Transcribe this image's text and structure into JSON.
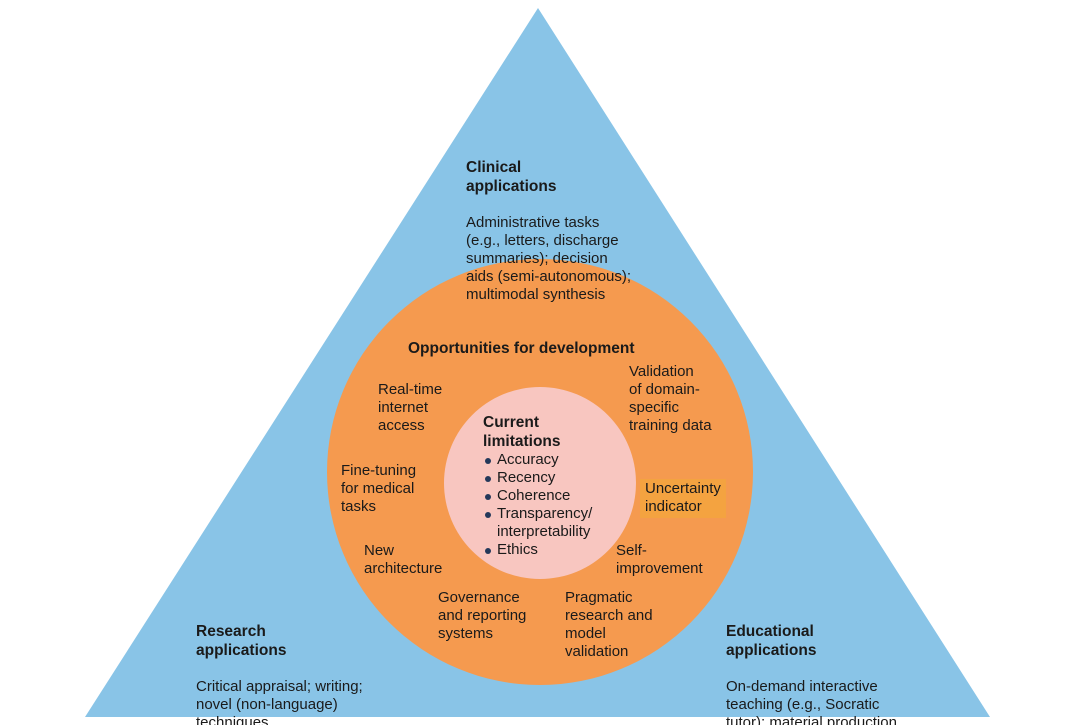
{
  "colors": {
    "triangle": "#89c4e7",
    "outer_circle": "#f59a4f",
    "inner_circle": "#f8c6c0",
    "highlight": "#f4a340",
    "bullet": "#24385a",
    "text": "#1a1a1a"
  },
  "corners": {
    "clinical": {
      "title": "Clinical\napplications",
      "body": "Administrative tasks\n(e.g., letters, discharge\nsummaries); decision\naids (semi-autonomous);\nmultimodal synthesis"
    },
    "research": {
      "title": "Research\napplications",
      "body": "Critical appraisal; writing;\nnovel (non-language)\ntechniques"
    },
    "educational": {
      "title": "Educational\napplications",
      "body": "On-demand interactive\nteaching (e.g., Socratic\ntutor); material production"
    }
  },
  "opportunities": {
    "title": "Opportunities for development",
    "items": [
      "Real-time\ninternet\naccess",
      "Validation\nof domain-\nspecific\ntraining data",
      "Fine-tuning\nfor medical\ntasks",
      "Uncertainty\nindicator",
      "New\narchitecture",
      "Self-\nimprovement",
      "Governance\nand reporting\nsystems",
      "Pragmatic\nresearch and\nmodel\nvalidation"
    ]
  },
  "limitations": {
    "title": "Current\nlimitations",
    "items": [
      "Accuracy",
      "Recency",
      "Coherence",
      "Transparency/\ninterpretability",
      "Ethics"
    ]
  }
}
